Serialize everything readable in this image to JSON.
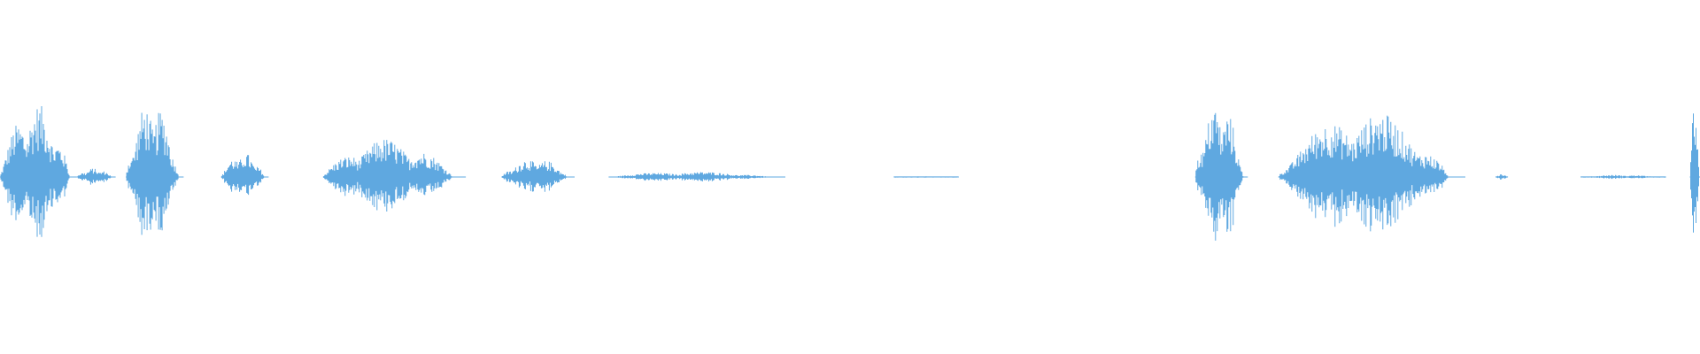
{
  "waveform": {
    "color": "#5FA8E0",
    "background": "#FFFFFF",
    "segments": [
      {
        "start": 0.0,
        "end": 0.045,
        "peak": 0.42
      },
      {
        "start": 0.045,
        "end": 0.068,
        "peak": 0.05
      },
      {
        "start": 0.074,
        "end": 0.108,
        "peak": 0.44
      },
      {
        "start": 0.13,
        "end": 0.158,
        "peak": 0.14
      },
      {
        "start": 0.19,
        "end": 0.274,
        "peak": 0.22
      },
      {
        "start": 0.295,
        "end": 0.338,
        "peak": 0.11
      },
      {
        "start": 0.358,
        "end": 0.462,
        "peak": 0.03
      },
      {
        "start": 0.526,
        "end": 0.564,
        "peak": 0.004
      },
      {
        "start": 0.703,
        "end": 0.734,
        "peak": 0.44
      },
      {
        "start": 0.752,
        "end": 0.862,
        "peak": 0.38
      },
      {
        "start": 0.88,
        "end": 0.887,
        "peak": 0.02
      },
      {
        "start": 0.93,
        "end": 0.98,
        "peak": 0.012
      },
      {
        "start": 0.994,
        "end": 1.0,
        "peak": 0.5
      }
    ]
  }
}
